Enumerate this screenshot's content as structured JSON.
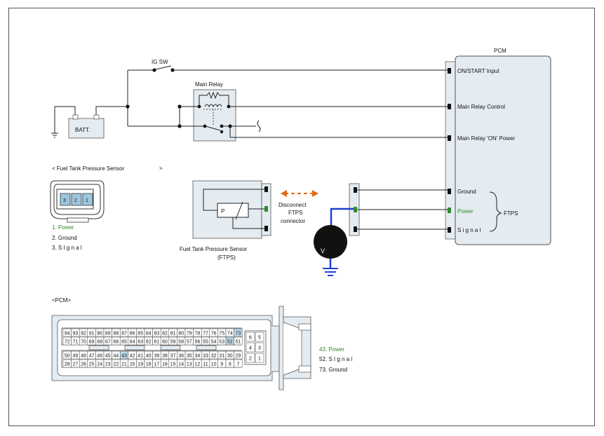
{
  "labels": {
    "ig_sw": "IG SW",
    "main_relay": "Main Relay",
    "batt": "BATT.",
    "pcm_title": "PCM",
    "pcm_on_start": "ON/START Input",
    "pcm_main_relay_control": "Main Relay Control",
    "pcm_main_relay_on_power": "Main Relay 'ON' Power",
    "pcm_ground": "Ground",
    "pcm_power": "Power",
    "pcm_signal": "S i g n a l",
    "ftps_group": "FTPS",
    "sensor_view_title": "< Fuel Tank Pressure Sensor",
    "sensor_view_close": ">",
    "disconnect_1": "Disconnect",
    "disconnect_2": "FTPS",
    "disconnect_3": "connector",
    "sensor_caption_1": "Fuel Tank Pressure Sensor",
    "sensor_caption_2": "(FTPS)",
    "sensor_p": "P",
    "voltmeter": "V",
    "pcm_view_title": "<PCM>"
  },
  "sensor_connector": {
    "pins": [
      "3",
      "2",
      "1"
    ],
    "legend": [
      "1. Power",
      "2. Ground",
      "3. S   I g n a l"
    ]
  },
  "pcm_connector": {
    "rows": [
      [
        "94",
        "93",
        "92",
        "91",
        "90",
        "89",
        "88",
        "87",
        "86",
        "85",
        "84",
        "83",
        "82",
        "81",
        "80",
        "79",
        "78",
        "77",
        "76",
        "75",
        "74",
        "73"
      ],
      [
        "72",
        "71",
        "70",
        "69",
        "68",
        "67",
        "66",
        "65",
        "64",
        "63",
        "62",
        "61",
        "60",
        "59",
        "58",
        "57",
        "56",
        "55",
        "54",
        "53",
        "52",
        "51"
      ],
      [
        "50",
        "49",
        "48",
        "47",
        "46",
        "45",
        "44",
        "43",
        "42",
        "41",
        "40",
        "39",
        "38",
        "37",
        "36",
        "35",
        "34",
        "33",
        "32",
        "31",
        "30",
        "29"
      ],
      [
        "28",
        "27",
        "26",
        "25",
        "24",
        "23",
        "22",
        "21",
        "20",
        "19",
        "18",
        "17",
        "16",
        "15",
        "14",
        "13",
        "12",
        "11",
        "10",
        "9",
        "8",
        "7"
      ]
    ],
    "highlighted": [
      "73",
      "52",
      "43"
    ],
    "small_block": [
      [
        "6",
        "5"
      ],
      [
        "4",
        "3"
      ],
      [
        "2",
        "1"
      ]
    ],
    "legend": [
      "43. Power",
      "52. S   I g n a l",
      "73. Ground"
    ]
  },
  "colors": {
    "power_green": "#2e8b2e",
    "arrow_orange": "#e06a1a",
    "probe_blue": "#1f3fd1",
    "pin_highlight": "#bcd9ea",
    "pcm_fill": "#e4ecf2"
  }
}
